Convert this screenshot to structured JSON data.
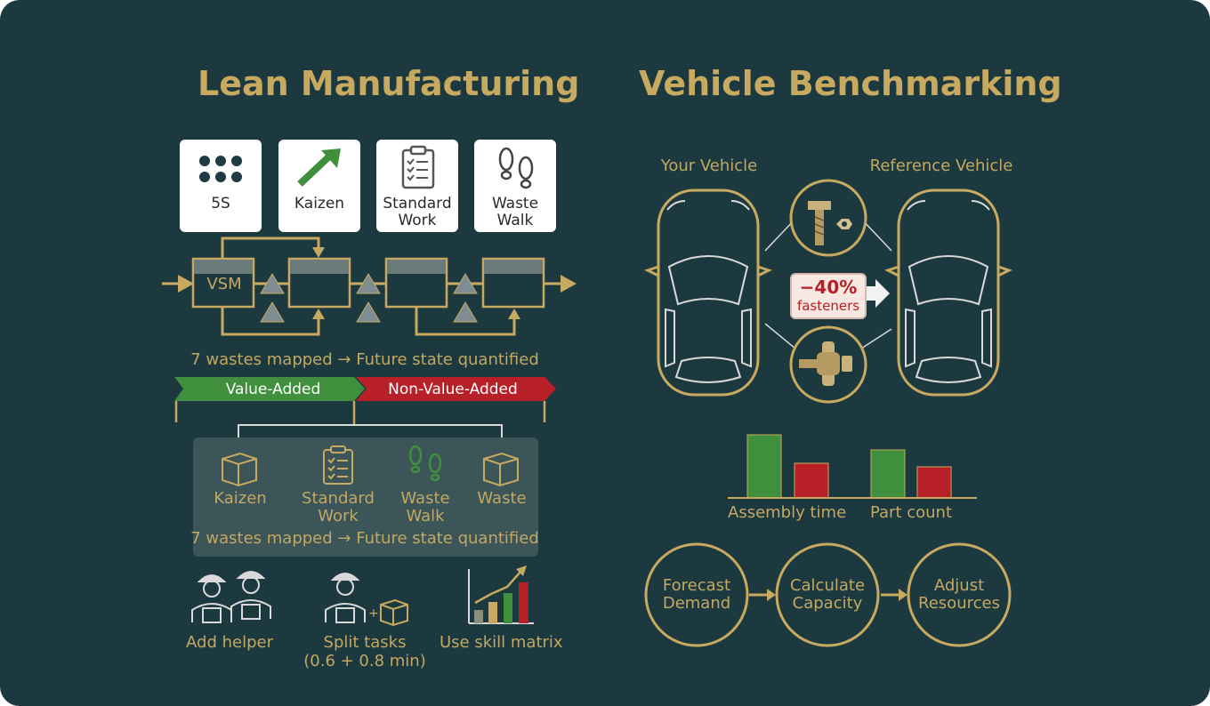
{
  "lean": {
    "title": "Lean Manufacturing",
    "tools": [
      {
        "label": "5S",
        "icon": "dots-grid-icon"
      },
      {
        "label": "Kaizen",
        "icon": "arrow-up-right-icon"
      },
      {
        "label": "Standard Work",
        "icon": "clipboard-icon"
      },
      {
        "label": "Waste Walk",
        "icon": "footprints-icon"
      }
    ],
    "vsm_label": "VSM",
    "wastes_note": "7 wastes mapped → Future state quantified",
    "value_added": "Value-Added",
    "non_value_added": "Non-Value-Added",
    "panel_items": [
      {
        "label": "Kaizen",
        "icon": "box-icon"
      },
      {
        "label": "Standard Work",
        "icon": "clipboard-icon"
      },
      {
        "label": "Waste Walk",
        "icon": "footprints-icon"
      },
      {
        "label": "Waste",
        "icon": "box-icon"
      }
    ],
    "panel_note": "7 wastes mapped → Future state quantified",
    "actions": [
      {
        "label": "Add helper",
        "sub": ""
      },
      {
        "label": "Split tasks",
        "sub": "(0.6 + 0.8 min)"
      },
      {
        "label": "Use skill matrix",
        "sub": ""
      }
    ]
  },
  "bench": {
    "title": "Vehicle Benchmarking",
    "your_vehicle": "Your Vehicle",
    "reference_vehicle": "Reference Vehicle",
    "badge_value": "−40%",
    "badge_label": "fasteners",
    "chart_labels": [
      "Assembly time",
      "Part count"
    ],
    "steps": [
      "Forecast Demand",
      "Calculate Capacity",
      "Adjust Resources"
    ]
  },
  "colors": {
    "background": "#1d3940",
    "gold": "#c7aa5f",
    "green": "#3f8f3d",
    "red": "#b72026"
  }
}
